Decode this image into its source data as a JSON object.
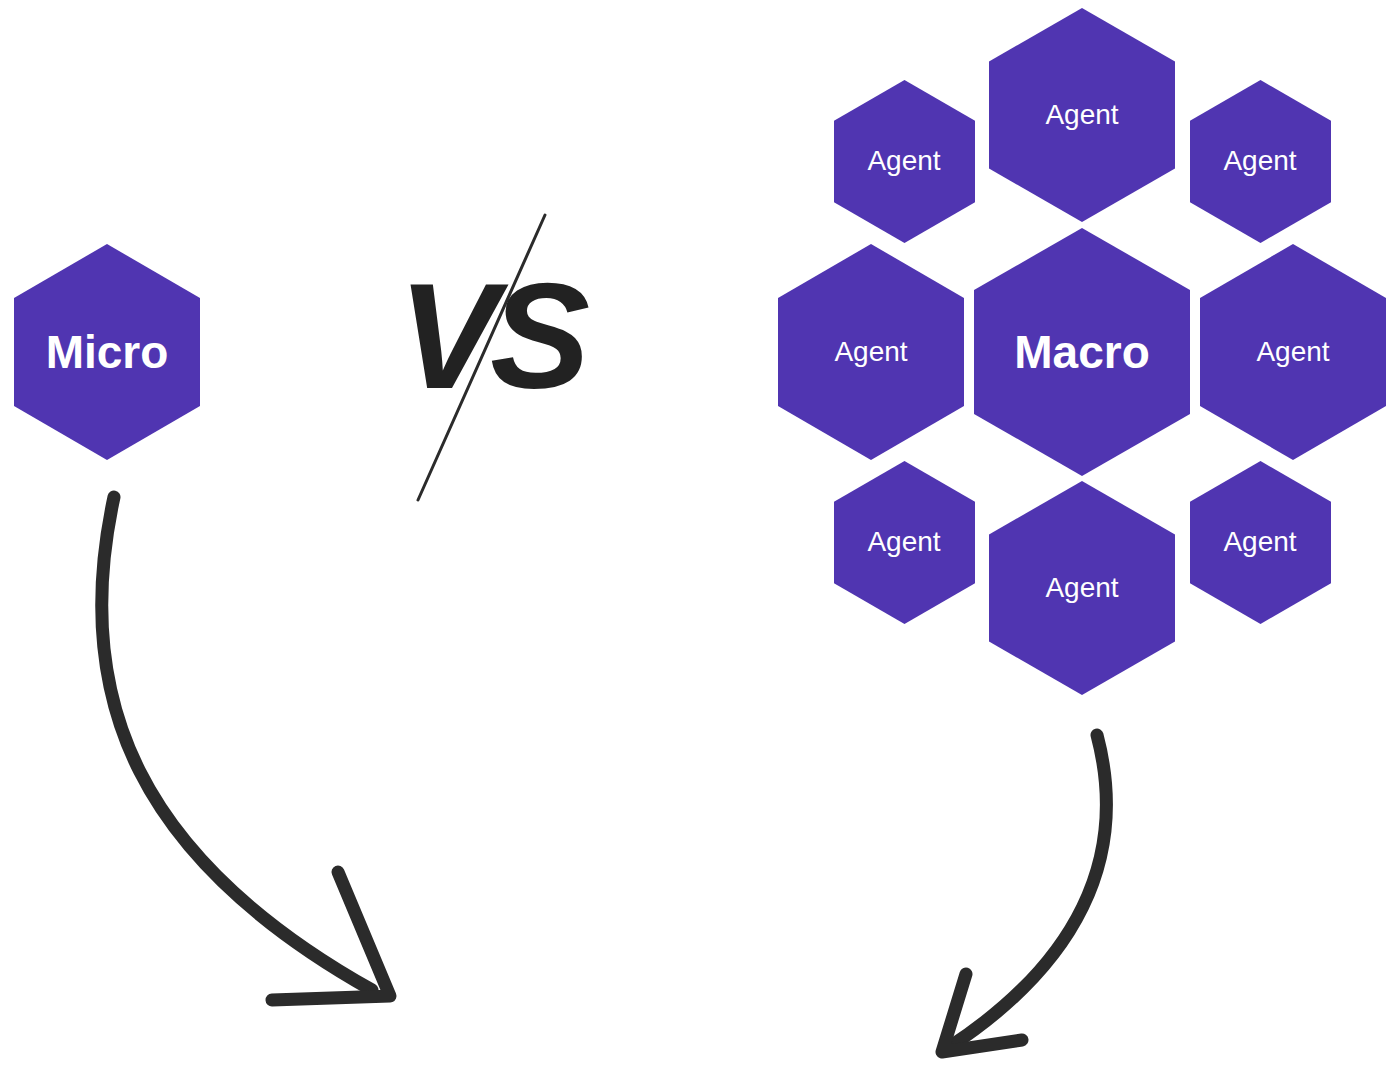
{
  "diagram": {
    "nodes": [
      {
        "text": [
          "Micro"
        ]
      },
      {
        "text": [
          "Macro"
        ]
      },
      {
        "text": [
          "Agent"
        ]
      },
      {
        "text": [
          "Agent"
        ]
      },
      {
        "text": [
          "Agent"
        ]
      },
      {
        "text": [
          "Agent"
        ]
      },
      {
        "text": [
          "Agent"
        ]
      },
      {
        "text": [
          "Agent"
        ]
      },
      {
        "text": [
          "Agent"
        ]
      },
      {
        "text": [
          "Agent"
        ]
      }
    ],
    "labels": [
      "VS"
    ]
  }
}
